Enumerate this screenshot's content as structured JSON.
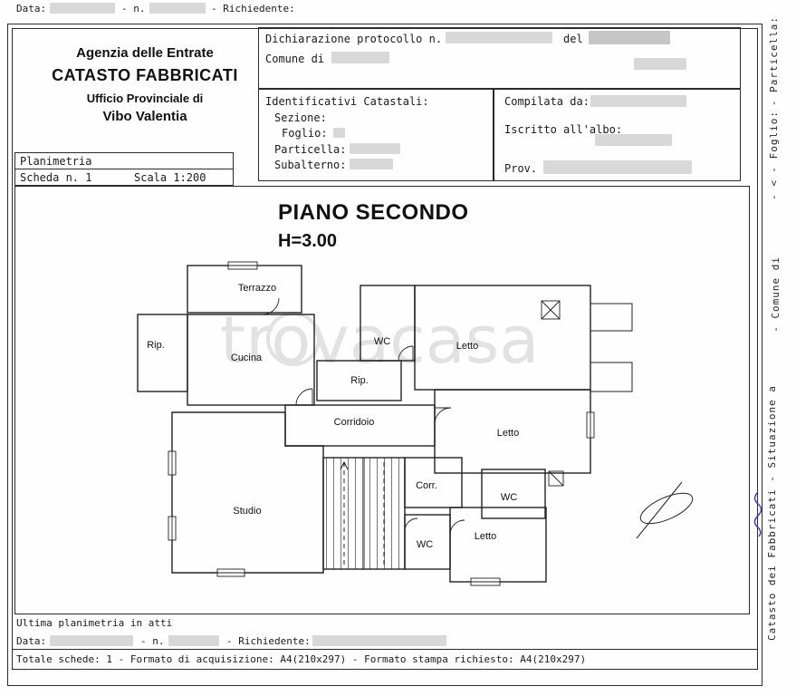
{
  "top_line": {
    "data_label": "Data:",
    "n_label": "- n.",
    "richiedente_label": "- Richiedente:"
  },
  "agency": {
    "line1": "Agenzia delle Entrate",
    "line2": "CATASTO FABBRICATI",
    "line3": "Ufficio Provinciale di",
    "line4": "Vibo Valentia"
  },
  "declaration": {
    "protocol_label": "Dichiarazione protocollo n.",
    "del_label": "del",
    "comune_label": "Comune di"
  },
  "identificativi": {
    "title": "Identificativi Catastali:",
    "sezione_label": "Sezione:",
    "foglio_label": "Foglio:",
    "particella_label": "Particella:",
    "subalterno_label": "Subalterno:"
  },
  "compilata": {
    "title_label": "Compilata da:",
    "albo_label": "Iscritto all'albo:",
    "prov_label": "Prov."
  },
  "planimetria": {
    "title": "Planimetria",
    "scheda": "Scheda n. 1",
    "scala": "Scala 1:200"
  },
  "plan": {
    "title": "PIANO SECONDO",
    "height_label": "H=3.00",
    "watermark": "trovacasa",
    "rooms": [
      {
        "name": "Terrazzo"
      },
      {
        "name": "Rip."
      },
      {
        "name": "Cucina"
      },
      {
        "name": "WC"
      },
      {
        "name": "Letto"
      },
      {
        "name": "Rip."
      },
      {
        "name": "Corridoio"
      },
      {
        "name": "Letto"
      },
      {
        "name": "Studio"
      },
      {
        "name": "Corr."
      },
      {
        "name": "WC"
      },
      {
        "name": "WC"
      },
      {
        "name": "Letto"
      }
    ]
  },
  "footer": {
    "ultima": "Ultima planimetria in atti",
    "data_label": "Data:",
    "n_label": "- n.",
    "richiedente_label": "- Richiedente:",
    "totale": "Totale schede: 1 - Formato di acquisizione: A4(210x297)  - Formato stampa richiesto: A4(210x297)"
  },
  "margin": {
    "particella": "- Particella:",
    "foglio": "- Foglio:",
    "lt": "- <",
    "comune": "- Comune di",
    "catasto": "Catasto dei Fabbricati - Situazione a"
  },
  "colors": {
    "redaction": "#d8d8d8",
    "redaction_dark": "#c6c6c6",
    "watermark": "#c8c8c8",
    "blue_mark": "#2b3bc0"
  }
}
